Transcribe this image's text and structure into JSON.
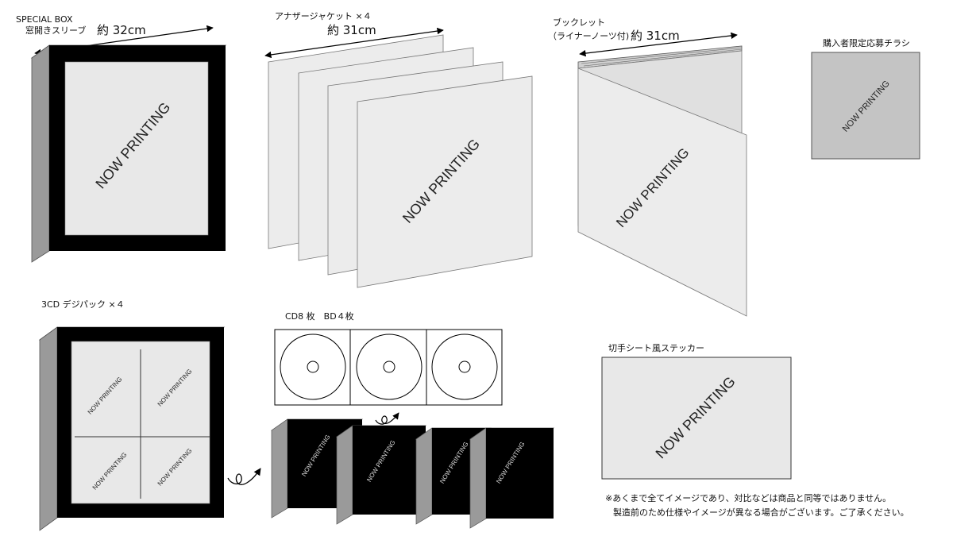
{
  "sections": {
    "special_box": {
      "label_line1": "SPECIAL BOX",
      "label_line2": "窓開きスリーブ",
      "dimension": "約 32cm",
      "placeholder": "NOW PRINTING"
    },
    "jackets": {
      "label": "アナザージャケット ×４",
      "dimension": "約 31cm",
      "placeholder": "NOW PRINTING"
    },
    "booklet": {
      "label_line1": "ブックレット",
      "label_line2": "（ライナーノーツ付)",
      "dimension": "約 31cm",
      "placeholder": "NOW PRINTING"
    },
    "flyer": {
      "label": "購入者限定応募チラシ",
      "placeholder": "NOW PRINTING"
    },
    "digipack": {
      "label": "3CD デジパック ×４",
      "placeholder": "NOW PRINTING"
    },
    "discs": {
      "label": "CD8 枚　BD４枚"
    },
    "cases": {
      "placeholder": "NOW PRINTING"
    },
    "sticker": {
      "label": "切手シート風ステッカー",
      "placeholder": "NOW PRINTING"
    }
  },
  "notes": {
    "line1": "※あくまで全てイメージであり、対比などは商品と同等ではありません。",
    "line2": "製造前のため仕様やイメージが異なる場合がございます。ご了承ください。"
  },
  "colors": {
    "frame": "#000000",
    "panel": "#e8e8e8",
    "side": "#9a9a9a",
    "top": "#d4d4d4",
    "flyer": "#c4c4c4"
  }
}
